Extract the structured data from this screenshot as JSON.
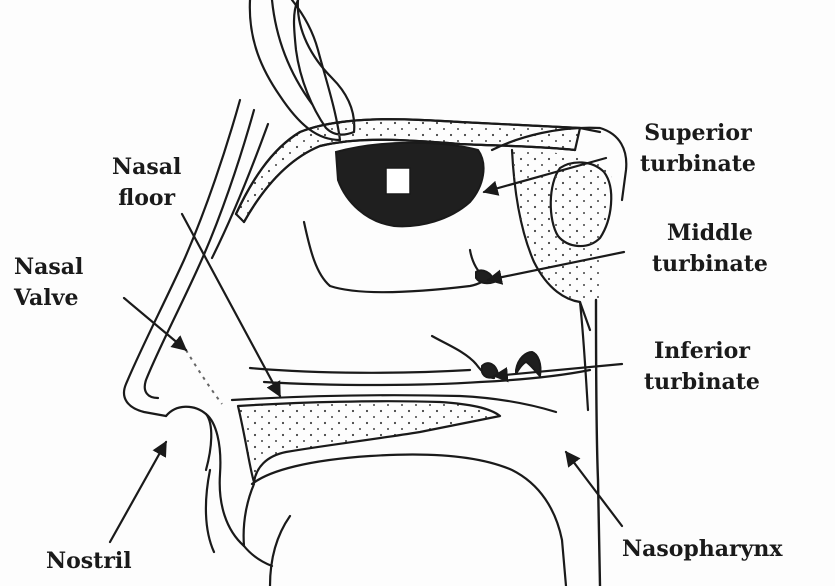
{
  "labels": {
    "superior": [
      "Superior",
      "turbinate"
    ],
    "middle": [
      "Middle",
      "turbinate"
    ],
    "inferior": [
      "Inferior",
      "turbinate"
    ],
    "nasal_floor": [
      "Nasal",
      "floor"
    ],
    "nasal_valve": [
      "Nasal",
      "Valve"
    ],
    "nostril": "Nostril",
    "nasopharynx": "Nasopharynx"
  },
  "colors": {
    "ink": "#1a1a1a",
    "fill_dark": "#1f1f1f",
    "background": "#fdfdfd"
  }
}
